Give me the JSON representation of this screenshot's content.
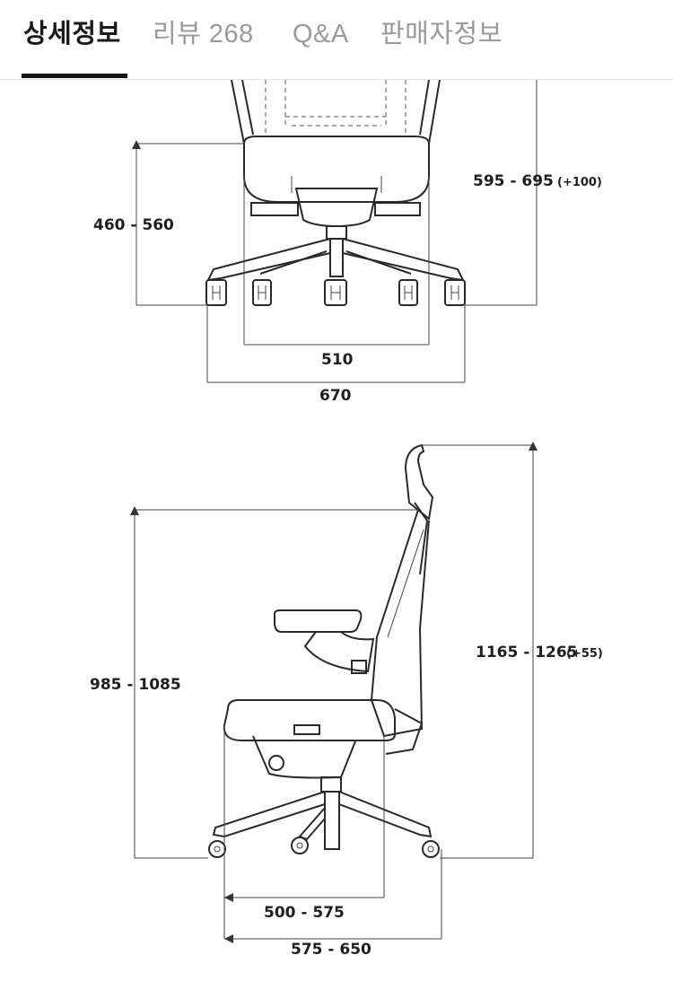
{
  "tabs": [
    {
      "label": "상세정보",
      "active": true
    },
    {
      "label": "리뷰 268",
      "active": false
    },
    {
      "label": "Q&A",
      "active": false
    },
    {
      "label": "판매자정보",
      "active": false
    }
  ],
  "front_view": {
    "seat_height": "460 - 560",
    "armrest_height_main": "595 - 695",
    "armrest_height_extra": "(+100)",
    "inner_width": "510",
    "overall_width": "670"
  },
  "side_view": {
    "seat_back_height": "985 - 1085",
    "total_height_main": "1165 - 1265",
    "total_height_extra": "(+55)",
    "seat_depth": "500 - 575",
    "overall_depth": "575 - 650"
  },
  "colors": {
    "line": "#2a2a2a",
    "accent": "#111111",
    "inactive_tab": "#9a9a9a"
  }
}
